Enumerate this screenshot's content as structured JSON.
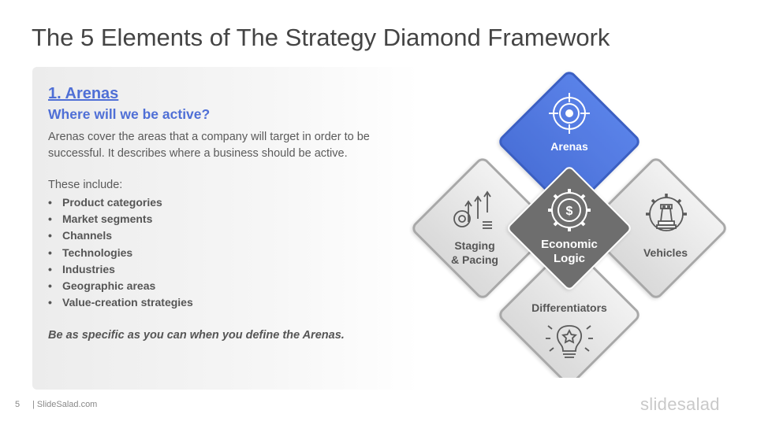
{
  "slide": {
    "title": "The 5 Elements of The Strategy Diamond Framework",
    "page_number": "5",
    "footer_site": "| SlideSalad.com",
    "brand": "slidesalad"
  },
  "content": {
    "heading": "1. Arenas",
    "subheading": "Where will we be active?",
    "description": "Arenas cover the areas that a company will target in order to be successful. It describes where a business should be active.",
    "include_label": "These include:",
    "bullets": [
      "Product categories",
      "Market segments",
      "Channels",
      "Technologies",
      "Industries",
      "Geographic areas",
      "Value-creation strategies"
    ],
    "note": "Be as specific as you can when you define the Arenas."
  },
  "diamond": {
    "accent_color": "#5078e0",
    "center_color": "#6e6e6e",
    "tile_color": "#e4e4e4",
    "top": {
      "label": "Arenas",
      "icon": "target-icon"
    },
    "right": {
      "label": "Vehicles",
      "icon": "chess-gear-icon"
    },
    "bottom": {
      "label": "Differentiators",
      "icon": "lightbulb-star-icon"
    },
    "left": {
      "label_line1": "Staging",
      "label_line2": "& Pacing",
      "icon": "growth-arrows-gear-icon"
    },
    "center": {
      "label_line1": "Economic",
      "label_line2": "Logic",
      "icon": "dollar-gear-icon"
    }
  }
}
